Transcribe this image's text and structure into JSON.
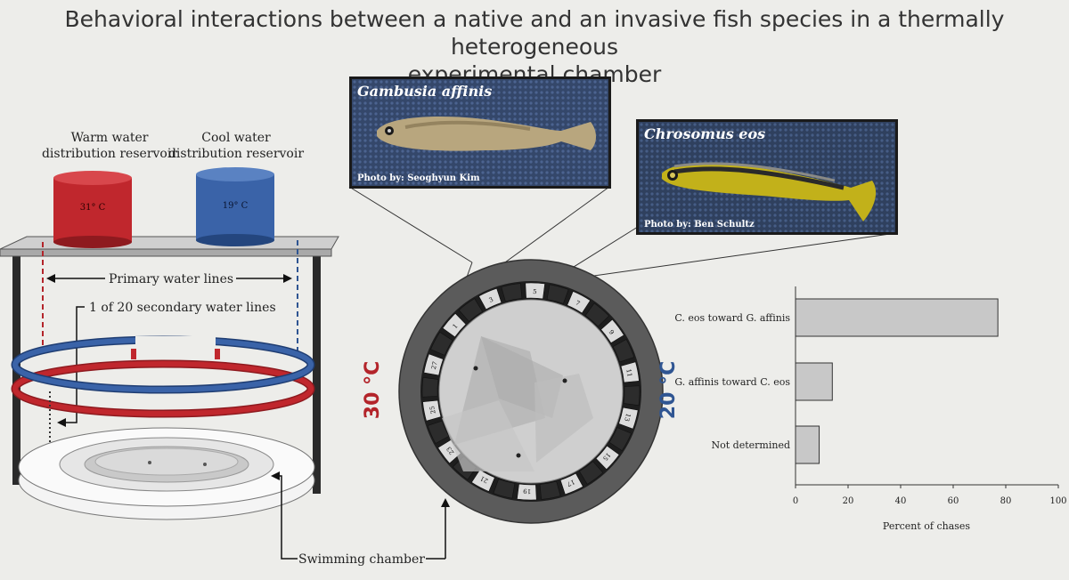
{
  "title": {
    "line1": "Behavioral interactions between a native and an invasive fish species in a thermally heterogeneous",
    "line2": "experimental chamber"
  },
  "apparatus": {
    "warm_reservoir_label_1": "Warm water",
    "warm_reservoir_label_2": "distribution reservoir",
    "cool_reservoir_label_1": "Cool water",
    "cool_reservoir_label_2": "distribution reservoir",
    "warm_temp": "31° C",
    "cool_temp": "19° C",
    "primary_lines": "Primary water lines",
    "secondary_lines": "1 of 20 secondary water lines",
    "swimming_chamber": "Swimming chamber",
    "warm_color": "#b3242a",
    "cool_color": "#2f5592"
  },
  "photos": {
    "gambusia": {
      "species": "Gambusia affinis",
      "credit": "Photo by: Seoghyun Kim"
    },
    "chrosomus": {
      "species": "Chrosomus eos",
      "credit": "Photo by: Ben Schultz"
    }
  },
  "arena": {
    "left_temp": "30 °C",
    "right_temp": "20 °C",
    "left_color": "#b3242a",
    "right_color": "#2f5592",
    "compartment_numbers": [
      "3",
      "5",
      "7",
      "9",
      "11",
      "13",
      "15",
      "17",
      "19",
      "21",
      "23",
      "25",
      "27",
      "1"
    ]
  },
  "chart_data": {
    "type": "bar",
    "orientation": "horizontal",
    "categories": [
      "C. eos toward G. affinis",
      "G. affinis toward C. eos",
      "Not determined"
    ],
    "values": [
      77,
      14,
      9
    ],
    "xlabel": "Percent of chases",
    "xlim": [
      0,
      100
    ],
    "xticks": [
      0,
      20,
      40,
      60,
      80,
      100
    ],
    "bar_color": "#c8c8c8"
  }
}
